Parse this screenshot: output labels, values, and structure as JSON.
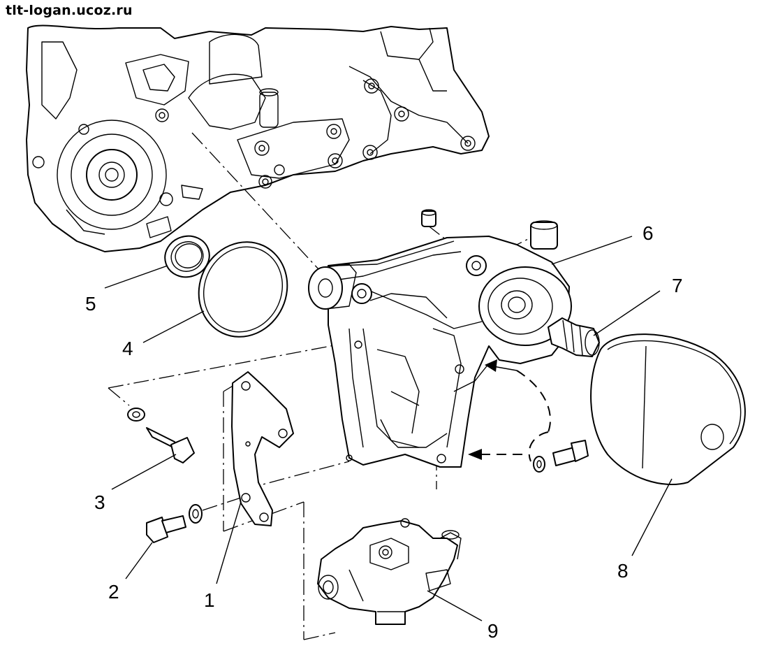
{
  "watermark": "tlt-logan.ucoz.ru",
  "callouts": [
    "1",
    "2",
    "3",
    "4",
    "5",
    "6",
    "7",
    "8",
    "9"
  ]
}
